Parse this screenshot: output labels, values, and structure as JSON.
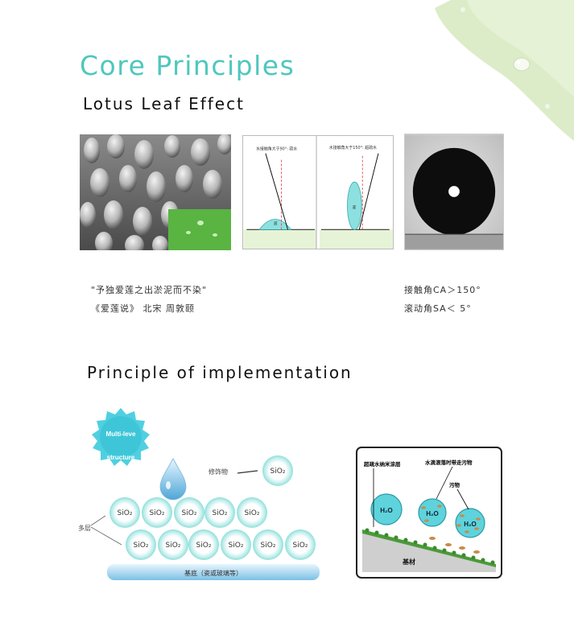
{
  "header": {
    "title": "Core Principles",
    "subtitle": "Lotus Leaf Effect",
    "accent_color": "#4fc7bd"
  },
  "figures": {
    "angle_diagram": {
      "label_left": "水接触角大于90°: 疏水",
      "label_right": "水接触角大于150°: 超疏水",
      "drop_label": "液"
    }
  },
  "captions": {
    "quote": "\"予独爱莲之出淤泥而不染\"",
    "source": "《爱莲说》  北宋  周敦颐",
    "contact_angle": "接触角CA＞150°",
    "sliding_angle": "滚动角SA＜  5°"
  },
  "implementation": {
    "section_title": "Principle of implementation",
    "badge_line1": "Multi-leve",
    "badge_line2": "structure",
    "decoration_label": "修饰物",
    "multilayer_label": "多层",
    "base_label": "基底（瓷或玻璃等）",
    "sphere_label": "SiO₂",
    "dirt_diagram": {
      "coating_label": "超疏水纳米涂层",
      "rolling_label": "水滴滚落时带走污物",
      "dirt_label": "污物",
      "drop_label": "H₂O",
      "substrate_label": "基材"
    }
  }
}
